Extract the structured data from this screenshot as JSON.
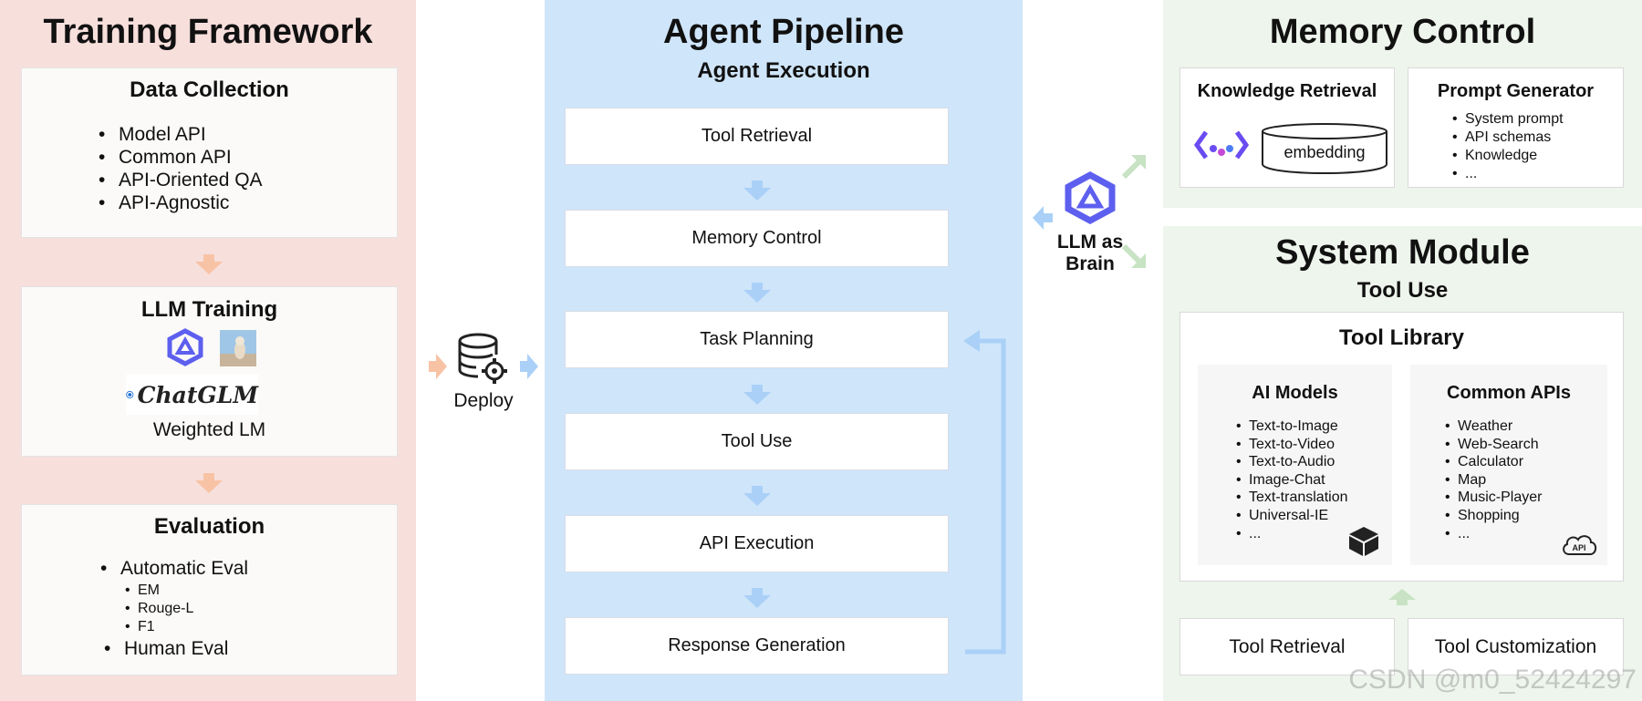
{
  "colors": {
    "training_bg": "#f7dfdc",
    "pipeline_bg": "#cfe5fa",
    "memory_bg": "#eef5ec",
    "arrow_orange": "#f8c3a5",
    "arrow_blue": "#aad0f7"
  },
  "training": {
    "title": "Training Framework",
    "data_collection": {
      "title": "Data Collection",
      "items": [
        "Model API",
        "Common API",
        "API-Oriented QA",
        "API-Agnostic"
      ]
    },
    "llm_training": {
      "title": "LLM Training",
      "chatglm": "ChatGLM",
      "weighted": "Weighted LM"
    },
    "evaluation": {
      "title": "Evaluation",
      "auto": "Automatic Eval",
      "metrics": [
        "EM",
        "Rouge-L",
        "F1"
      ],
      "human": "Human Eval"
    }
  },
  "deploy": {
    "label": "Deploy"
  },
  "pipeline": {
    "title": "Agent Pipeline",
    "subtitle": "Agent Execution",
    "steps": [
      "Tool Retrieval",
      "Memory Control",
      "Task Planning",
      "Tool Use",
      "API Execution",
      "Response Generation"
    ]
  },
  "brain": {
    "line1": "LLM as",
    "line2": "Brain"
  },
  "memory": {
    "title": "Memory Control",
    "knowledge": {
      "title": "Knowledge Retrieval",
      "embedding": "embedding"
    },
    "prompt": {
      "title": "Prompt Generator",
      "items": [
        "System prompt",
        "API schemas",
        "Knowledge",
        "..."
      ]
    }
  },
  "system": {
    "title": "System Module",
    "subtitle": "Tool Use",
    "library": {
      "title": "Tool Library",
      "ai_models": {
        "title": "AI Models",
        "items": [
          "Text-to-Image",
          "Text-to-Video",
          "Text-to-Audio",
          "Image-Chat",
          "Text-translation",
          "Universal-IE",
          "..."
        ]
      },
      "common_apis": {
        "title": "Common APIs",
        "items": [
          "Weather",
          "Web-Search",
          "Calculator",
          "Map",
          "Music-Player",
          "Shopping",
          "..."
        ],
        "badge": "API"
      }
    },
    "bottom": {
      "retrieval": "Tool Retrieval",
      "customization": "Tool Customization"
    }
  },
  "watermark": "CSDN @m0_52424297"
}
